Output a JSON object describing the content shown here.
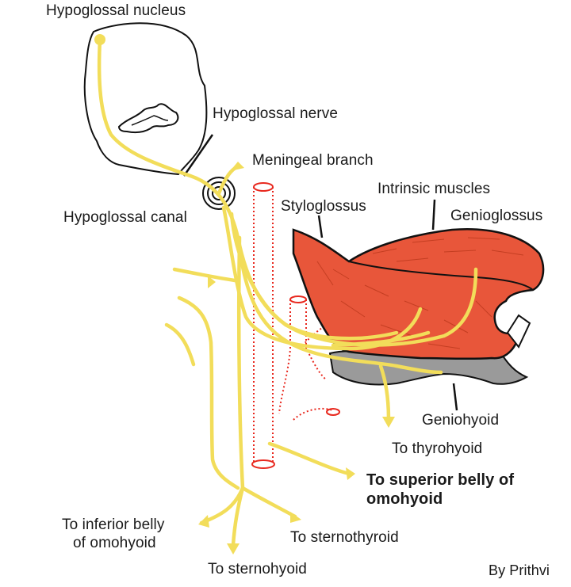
{
  "labels": {
    "hypoglossal_nucleus": "Hypoglossal nucleus",
    "hypoglossal_nerve": "Hypoglossal nerve",
    "meningeal_branch": "Meningeal branch",
    "hypoglossal_canal": "Hypoglossal canal",
    "intrinsic_muscles": "Intrinsic muscles",
    "styloglossus": "Styloglossus",
    "genioglossus": "Genioglossus",
    "geniohyoid": "Geniohyoid",
    "to_thyrohyoid": "To thyrohyoid",
    "to_superior_belly_line1": "To superior belly of",
    "to_superior_belly_line2": "omohyoid",
    "to_inferior_belly_line1": "To inferior belly",
    "to_inferior_belly_line2": "of omohyoid",
    "to_sternothyroid": "To sternothyroid",
    "to_sternohyoid": "To sternohyoid",
    "credit": "By Prithvi"
  },
  "colors": {
    "nerve": "#f2dd5a",
    "muscle": "#e8563a",
    "bone": "#9a9a9a",
    "vessel": "#e8281e",
    "outline": "#111111"
  }
}
